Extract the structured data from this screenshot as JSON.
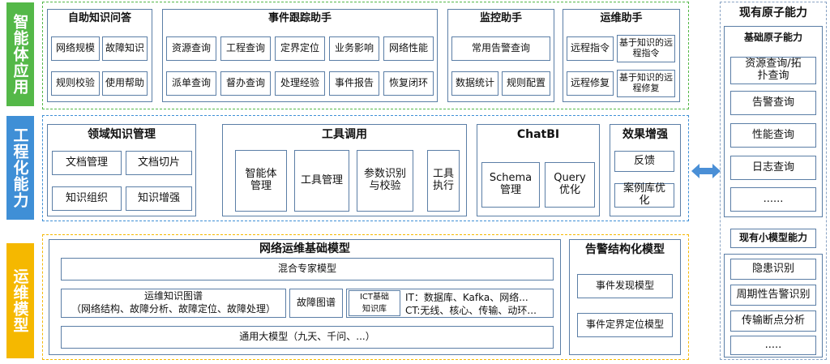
{
  "layers": {
    "agent": "智能体应用",
    "engineering": "工程化能力",
    "ops": "运维模型"
  },
  "agent": {
    "qa": {
      "title": "自助知识问答",
      "items": [
        "网络规模",
        "故障知识",
        "规则校验",
        "使用帮助"
      ]
    },
    "tracking": {
      "title": "事件跟踪助手",
      "items": [
        "资源查询",
        "工程查询",
        "定界定位",
        "业务影响",
        "网络性能",
        "派单查询",
        "督办查询",
        "处理经验",
        "事件报告",
        "恢复闭环"
      ]
    },
    "monitor": {
      "title": "监控助手",
      "items": [
        "常用告警查询",
        "数据统计",
        "规则配置"
      ]
    },
    "ops": {
      "title": "运维助手",
      "items": [
        "远程指令",
        "基于知识的远程指令",
        "远程修复",
        "基于知识的远程修复"
      ]
    }
  },
  "engineering": {
    "knowledge": {
      "title": "领域知识管理",
      "items": [
        "文档管理",
        "文档切片",
        "知识组织",
        "知识增强"
      ]
    },
    "tools": {
      "title": "工具调用",
      "items": [
        "智能体管理",
        "工具管理",
        "参数识别与校验",
        "工具执行"
      ]
    },
    "chatbi": {
      "title": "ChatBI",
      "items": [
        "Schema管理",
        "Query优化"
      ]
    },
    "effect": {
      "title": "效果增强",
      "items": [
        "反馈",
        "案例库优化"
      ]
    }
  },
  "ops": {
    "base_model": {
      "title": "网络运维基础模型",
      "mixed": "混合专家模型",
      "kg_line1": "运维知识图谱",
      "kg_line2": "（网络结构、故障分析、故障定位、故障处理）",
      "fault_graph": "故障图谱",
      "ict_line1": "ICT基础",
      "ict_line2": "知识库",
      "it_line": "IT：数据库、Kafka、网络...",
      "ct_line": "CT:无线、核心、传输、动环...",
      "general": "通用大模型（九天、千问、...）"
    },
    "alarm": {
      "title": "告警结构化模型",
      "items": [
        "事件发现模型",
        "事件定界定位模型"
      ]
    }
  },
  "right": {
    "title": "现有原子能力",
    "atomic_title": "基础原子能力",
    "atomic_items": [
      "资源查询/拓扑查询",
      "告警查询",
      "性能查询",
      "日志查询",
      "......"
    ],
    "small_title": "现有小模型能力",
    "small_items": [
      "隐患识别",
      "周期性告警识别",
      "传输断点分析",
      "....."
    ]
  },
  "colors": {
    "agent": "#54b848",
    "engineering": "#3f8fd6",
    "ops": "#f5b800",
    "arrow": "#4a8fd6",
    "right_border": "#8aa4c4"
  }
}
